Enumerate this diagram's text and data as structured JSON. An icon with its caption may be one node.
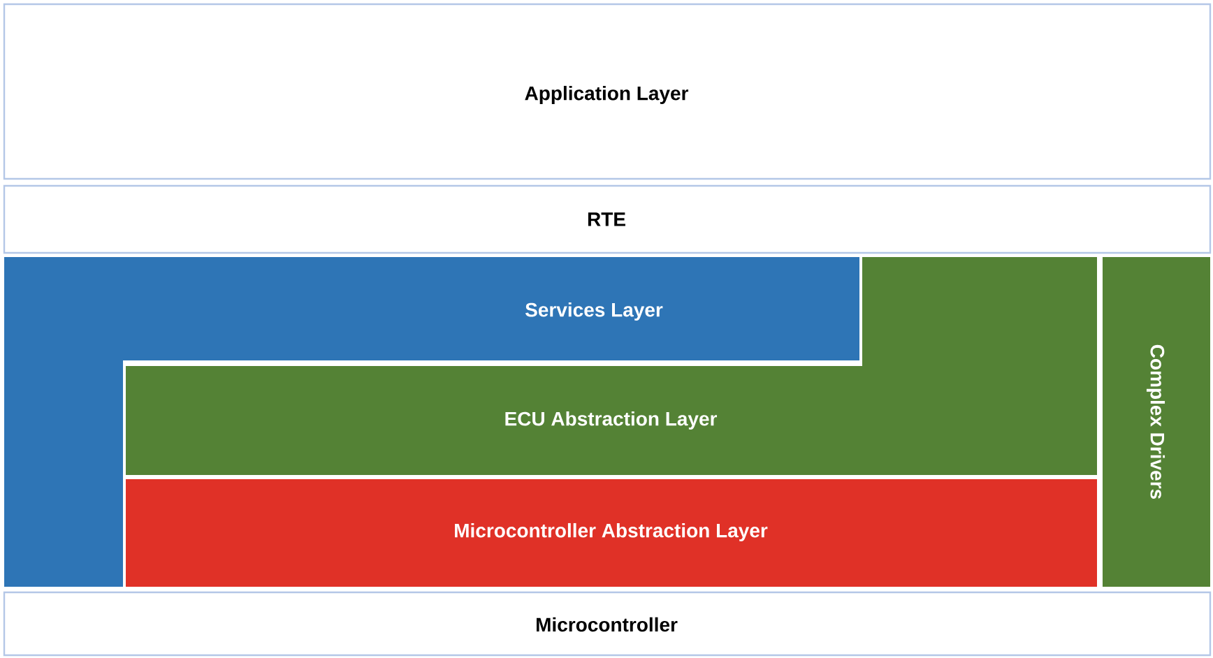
{
  "diagram": {
    "nodes": [
      {
        "text": [
          "Application Layer"
        ]
      },
      {
        "text": [
          "RTE"
        ]
      },
      {
        "text": [
          "Services Layer"
        ]
      },
      {
        "text": [
          "ECU Abstraction Layer"
        ]
      },
      {
        "text": [
          "Microcontroller Abstraction Layer"
        ]
      },
      {
        "text": [
          "Complex Drivers"
        ]
      },
      {
        "text": [
          "Microcontroller"
        ]
      }
    ]
  }
}
